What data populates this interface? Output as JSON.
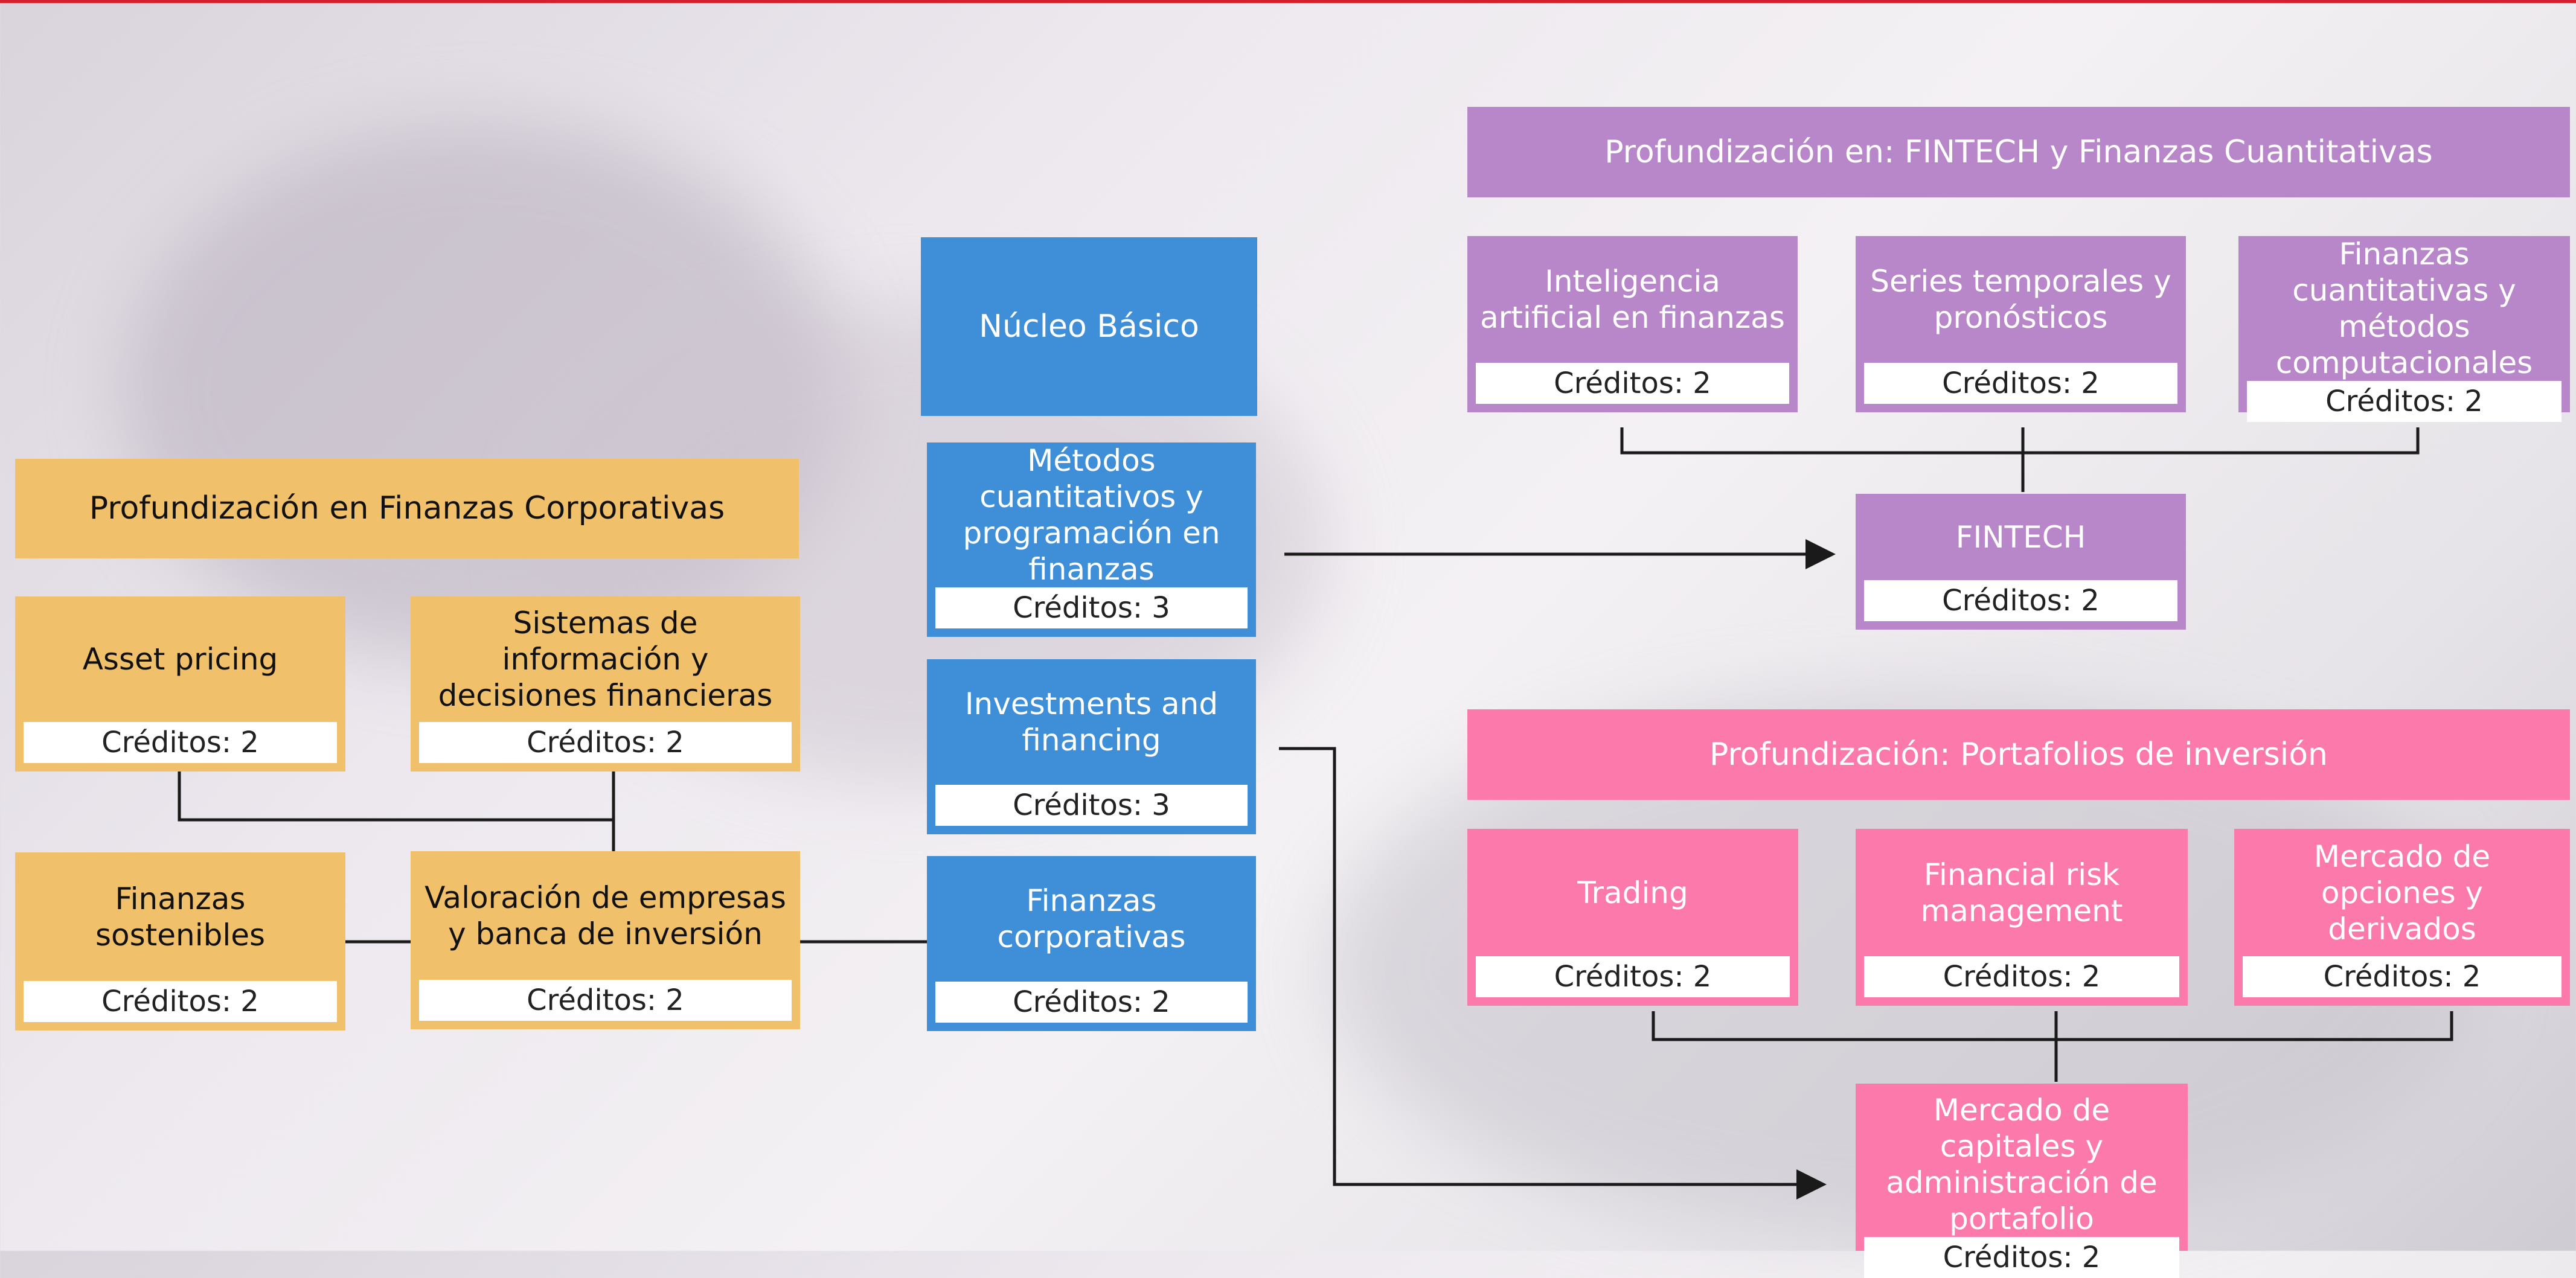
{
  "credit_label": "Créditos: 2",
  "nucleo": {
    "header": "Núcleo Básico",
    "items": [
      {
        "title": "Métodos cuantitativos y programación en finanzas",
        "credits": "Créditos: 3"
      },
      {
        "title": "Investments and financing",
        "credits": "Créditos: 3"
      },
      {
        "title": "Finanzas corporativas",
        "credits": "Créditos: 2"
      }
    ]
  },
  "corporativas": {
    "header": "Profundización en Finanzas Corporativas",
    "items": [
      {
        "title": "Asset pricing",
        "credits": "Créditos: 2"
      },
      {
        "title": "Sistemas de información y decisiones financieras",
        "credits": "Créditos: 2"
      },
      {
        "title": "Finanzas sostenibles",
        "credits": "Créditos: 2"
      },
      {
        "title": "Valoración de empresas y banca de inversión",
        "credits": "Créditos: 2"
      }
    ]
  },
  "fintech": {
    "header": "Profundización en: FINTECH y Finanzas Cuantitativas",
    "items": [
      {
        "title": "Inteligencia artificial en finanzas",
        "credits": "Créditos: 2"
      },
      {
        "title": "Series temporales y pronósticos",
        "credits": "Créditos: 2"
      },
      {
        "title": "Finanzas cuantitativas y métodos computacionales",
        "credits": "Créditos: 2"
      },
      {
        "title": "FINTECH",
        "credits": "Créditos: 2"
      }
    ]
  },
  "portafolios": {
    "header": "Profundización: Portafolios de inversión",
    "items": [
      {
        "title": "Trading",
        "credits": "Créditos: 2"
      },
      {
        "title": "Financial risk management",
        "credits": "Créditos: 2"
      },
      {
        "title": "Mercado de opciones y derivados",
        "credits": "Créditos: 2"
      },
      {
        "title": "Mercado de capitales y administración de portafolio",
        "credits": "Créditos: 2"
      }
    ]
  },
  "colors": {
    "orange": "#f1c06b",
    "blue": "#3e8fd8",
    "purple": "#b887c9",
    "pink": "#fc7aab",
    "accent_line": "#d61f2c"
  }
}
